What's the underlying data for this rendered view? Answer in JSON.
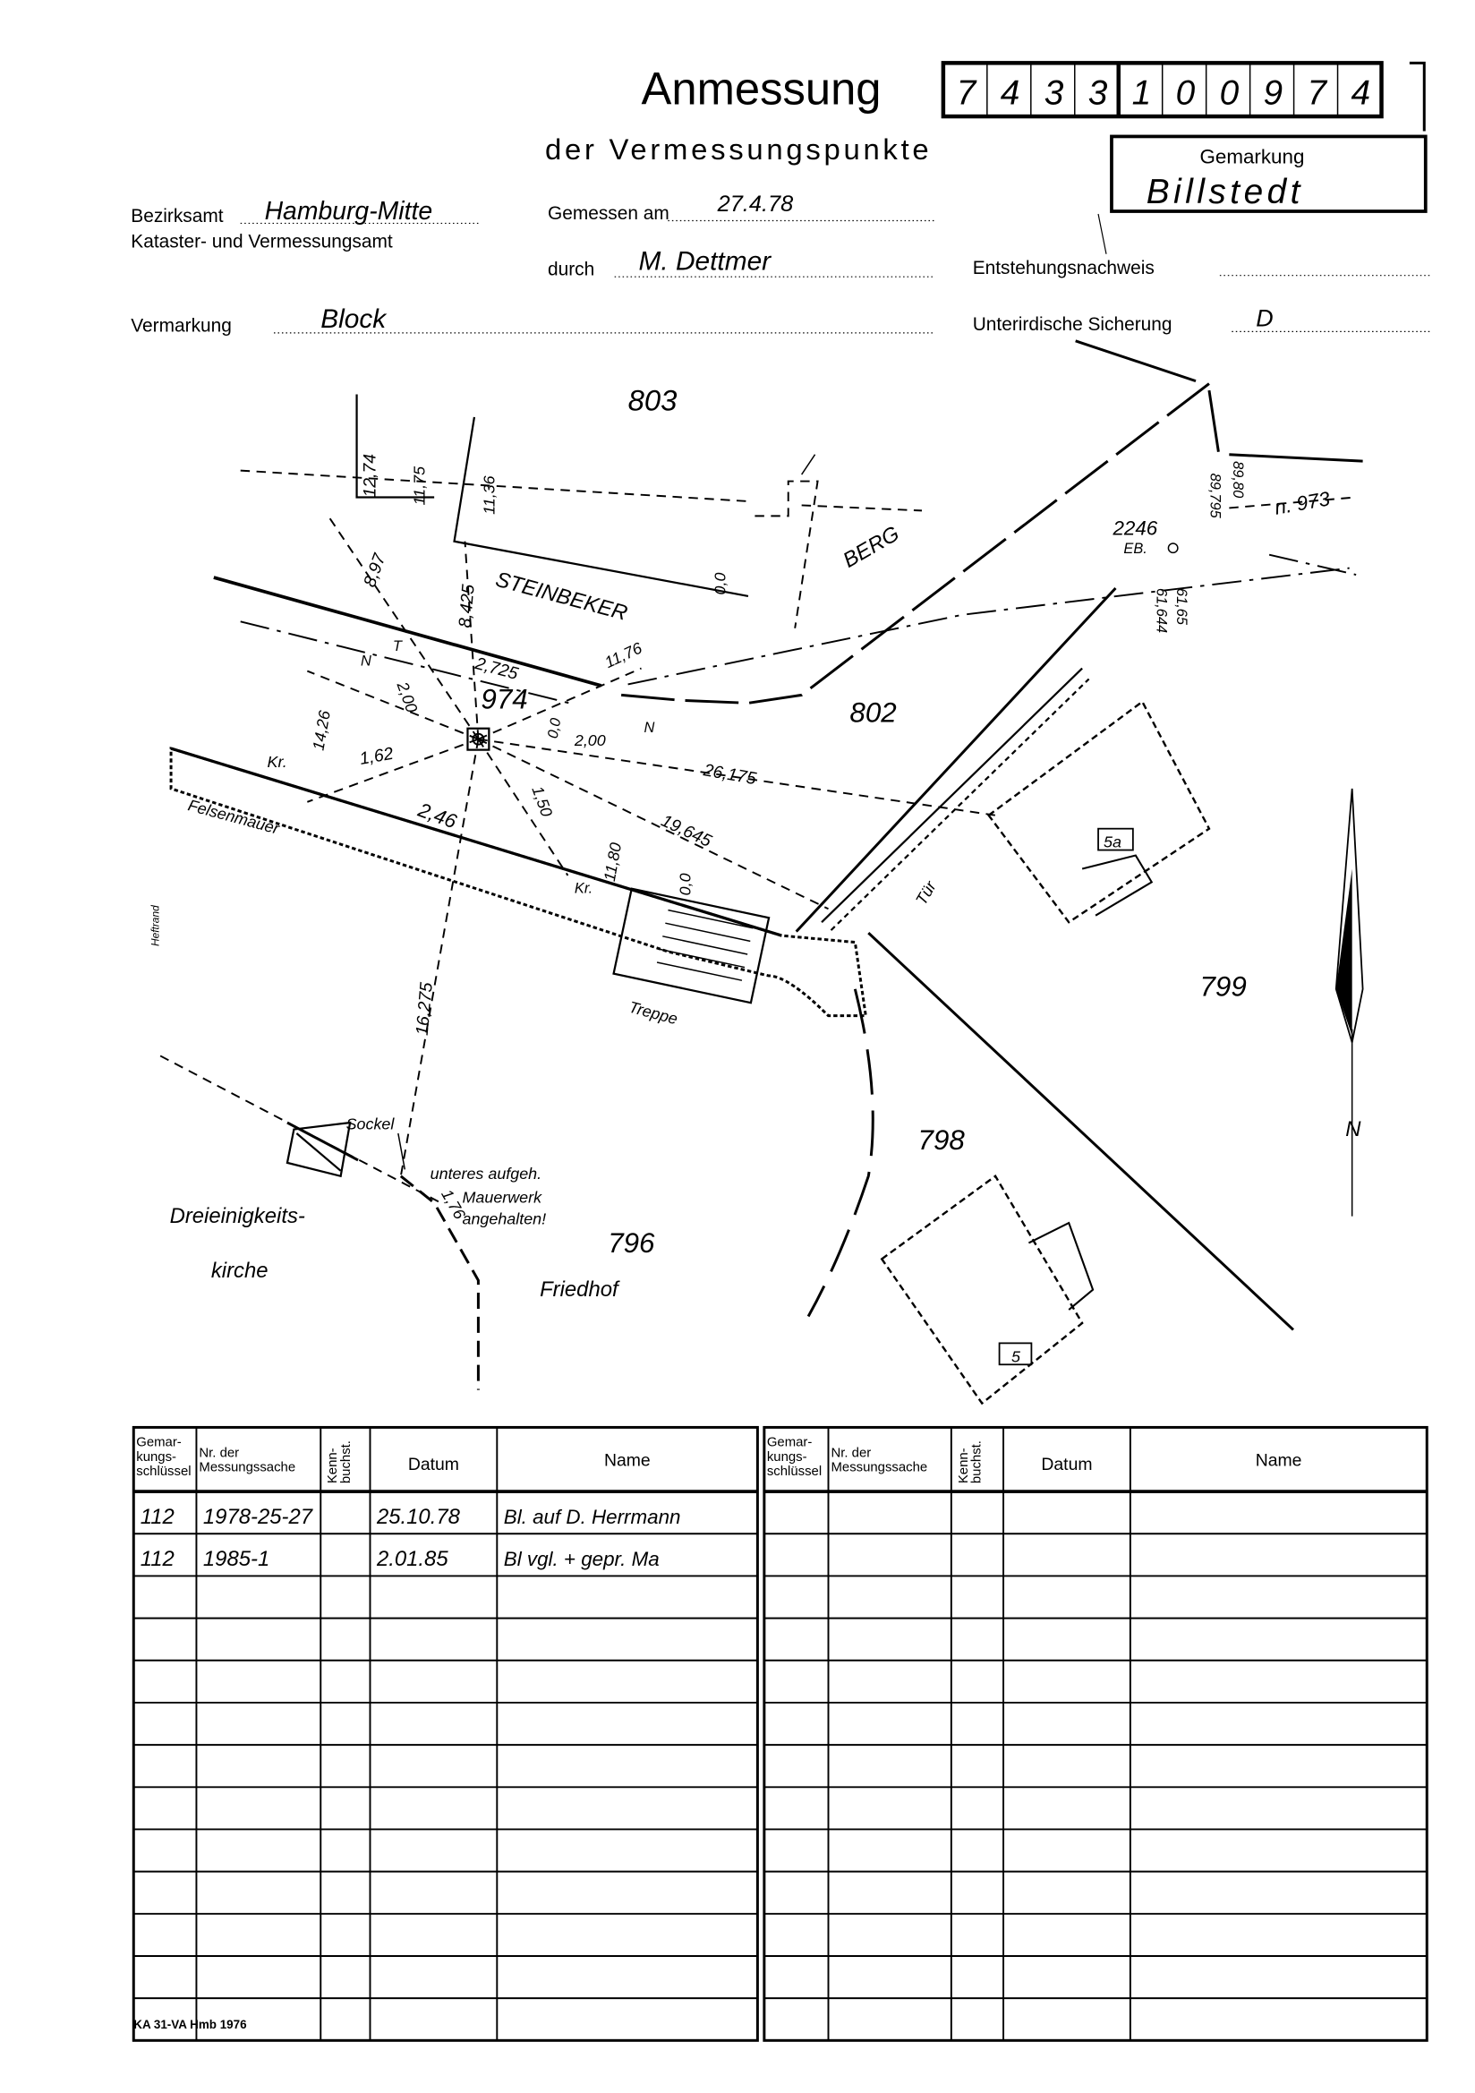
{
  "header": {
    "title": "Anmessung",
    "subtitle": "der Vermessungspunkte",
    "number_digits": [
      "7",
      "4",
      "3",
      "3",
      "1",
      "0",
      "0",
      "9",
      "7",
      "4"
    ],
    "gemarkung_label": "Gemarkung",
    "gemarkung_value": "Billstedt"
  },
  "form": {
    "bezirksamt_label": "Bezirksamt",
    "bezirksamt_value": "Hamburg-Mitte",
    "amt_label": "Kataster- und Vermessungsamt",
    "gemessen_label": "Gemessen am",
    "gemessen_value": "27.4.78",
    "durch_label": "durch",
    "durch_value": "M. Dettmer",
    "entstehung_label": "Entstehungsnachweis",
    "vermarkung_label": "Vermarkung",
    "vermarkung_value": "Block",
    "sicherung_label": "Unterirdische Sicherung",
    "sicherung_value": "D"
  },
  "map": {
    "labels": [
      "803",
      "12,74",
      "11,75",
      "11,36",
      "0,0",
      "BERG",
      "STEINBEKER",
      "8,97",
      "8,425",
      "11,76",
      "N",
      "T",
      "2,00",
      "2,725",
      "974",
      "0,0",
      "2,00",
      "N",
      "802",
      "Kr.",
      "14,26",
      "1,62",
      "26,175",
      "2,46",
      "Felsenmauer",
      "1,50",
      "19,645",
      "Kr.",
      "11,80",
      "0,0",
      "5a",
      "Tür",
      "799",
      "Treppe",
      "16,275",
      "798",
      "N",
      "Sockel",
      "unteres aufgeh.",
      "Mauerwerk",
      "angehalten!",
      "1,76",
      "Dreieinigkeits-",
      "796",
      "kirche",
      "Friedhof",
      "5",
      "Heftrand",
      "n. 973",
      "2246",
      "EB.",
      "89,80",
      "89,795",
      "61,65",
      "61,644"
    ]
  },
  "table": {
    "headers": [
      "Gemar-kungs-schlüssel",
      "Nr. der Messungssache",
      "Kenn-buchst.",
      "Datum",
      "Name"
    ],
    "rows": [
      [
        "112",
        "1978-25-27",
        "",
        "25.10.78",
        "Bl. auf D. Herrmann"
      ],
      [
        "112",
        "1985-1",
        "",
        "2.01.85",
        "Bl vgl. + gepr. Ma"
      ]
    ]
  },
  "footer": "KA 31-VA Hmb 1976"
}
